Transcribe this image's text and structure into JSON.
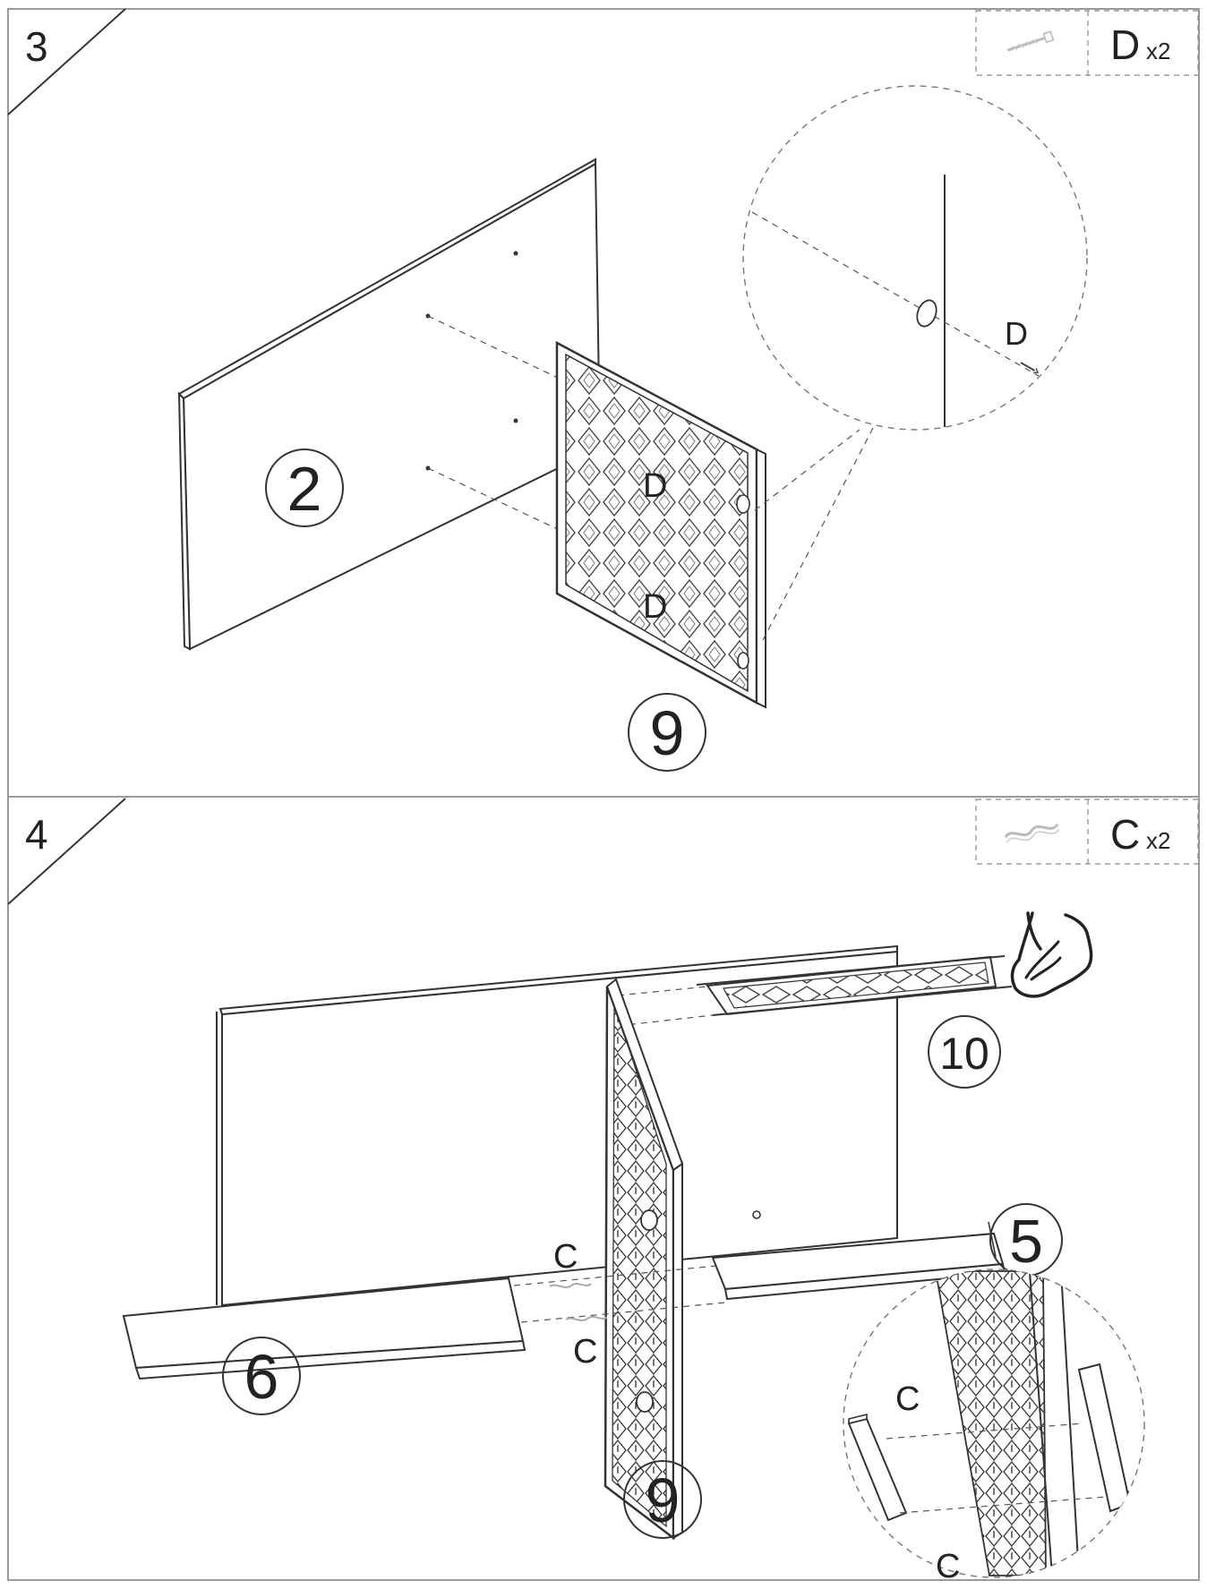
{
  "steps": [
    {
      "number": "3",
      "hardware": {
        "letter": "D",
        "quantity": "x2"
      },
      "part_labels": {
        "panel_back": "2",
        "panel_front": "9"
      },
      "screw_labels": [
        "D",
        "D"
      ],
      "detail_label": "D"
    },
    {
      "number": "4",
      "hardware": {
        "letter": "C",
        "quantity": "x2"
      },
      "part_labels": {
        "top_grille": "10",
        "shelf_right": "5",
        "shelf_left": "6",
        "divider": "9"
      },
      "connector_labels": [
        "C",
        "C"
      ],
      "detail_labels": [
        "C",
        "C"
      ]
    }
  ],
  "colors": {
    "line": "#333333",
    "frame": "#9a9a9a",
    "background": "#ffffff"
  }
}
